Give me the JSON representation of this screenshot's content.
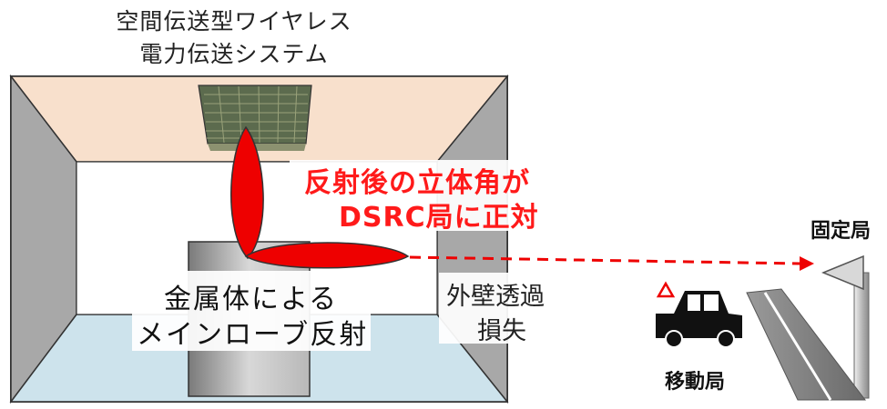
{
  "title": {
    "line1": "空間伝送型ワイヤレス",
    "line2": "電力伝送システム"
  },
  "reflection_label": {
    "line1": "反射後の立体角が",
    "line2": "DSRC局に正対"
  },
  "main_lobe_label": {
    "line1": "金属体による",
    "line2": "メインローブ反射"
  },
  "wall_loss_label": {
    "line1": "外壁透過",
    "line2": "損失"
  },
  "fixed_station_label": "固定局",
  "mobile_station_label": "移動局",
  "colors": {
    "ceiling": "#f8e0cc",
    "floor": "#cde3ec",
    "wall": "#a8a8a8",
    "beam": "#ee0000",
    "reflection_text": "#ff1a1a"
  }
}
